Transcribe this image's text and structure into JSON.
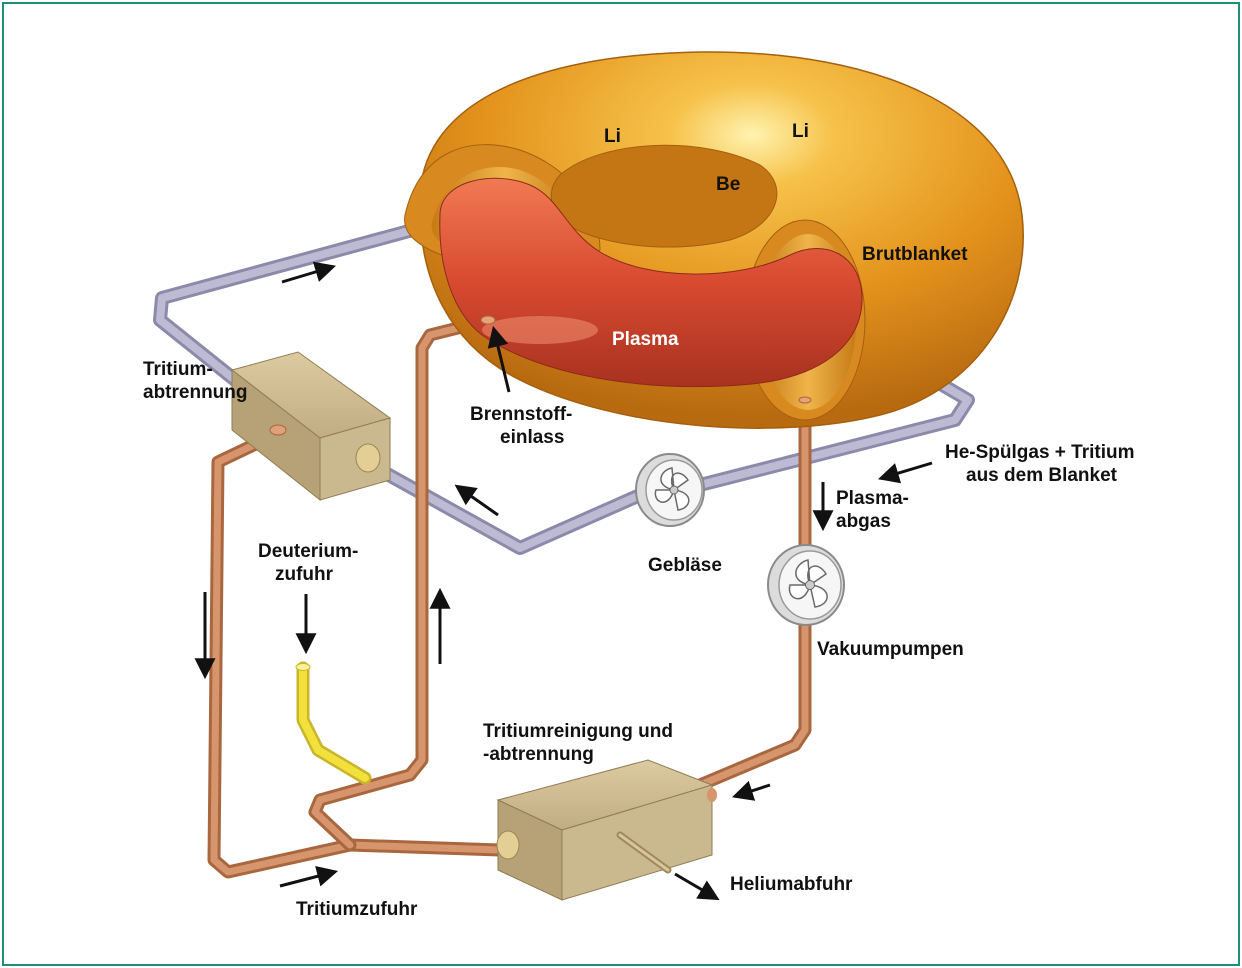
{
  "colors": {
    "frame": "#1f8f7c",
    "blanket": "#e79a20",
    "plasma": "#d84a30",
    "pipe_blue": "#a9a6c2",
    "pipe_copper": "#c9845f",
    "pipe_yellow": "#f2e03c",
    "box": "#c9b58d",
    "pump": "#eeeeee"
  },
  "labels": {
    "li_left": "Li",
    "li_right": "Li",
    "be": "Be",
    "brutblanket": "Brutblanket",
    "plasma": "Plasma",
    "tritium_abtrennung_1": "Tritium-",
    "tritium_abtrennung_2": "abtrennung",
    "brennstoff_1": "Brennstoff-",
    "brennstoff_2": "einlass",
    "he_spuelgas_1": "He-Spülgas + Tritium",
    "he_spuelgas_2": "aus dem Blanket",
    "plasma_abgas_1": "Plasma-",
    "plasma_abgas_2": "abgas",
    "geblaese": "Gebläse",
    "deuterium_1": "Deuterium-",
    "deuterium_2": "zufuhr",
    "vakuumpumpen": "Vakuumpumpen",
    "tritiumreinigung_1": "Tritiumreinigung und",
    "tritiumreinigung_2": "-abtrennung",
    "heliumabfuhr": "Heliumabfuhr",
    "tritiumzufuhr": "Tritiumzufuhr"
  },
  "icons": [
    "fan-icon",
    "arrow-icon"
  ]
}
